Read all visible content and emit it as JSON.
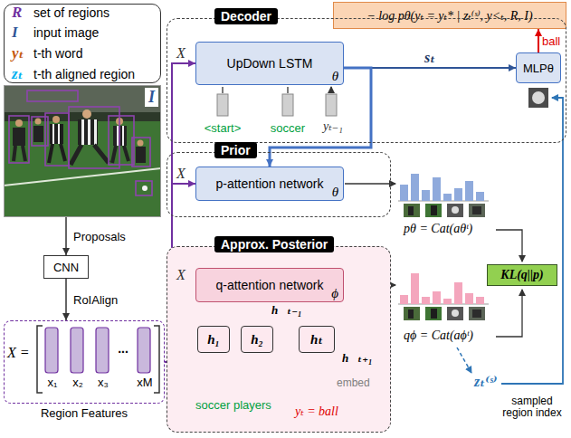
{
  "diagram": {
    "nodes": [
      {
        "text": [
          "R",
          "set of regions",
          "I",
          "input image",
          "yₜ",
          "t-th word",
          "zₜ",
          "t-th aligned region"
        ]
      },
      {
        "text": [
          "− log pθ(yₜ = yₜ* | zₜ⁽ˢ⁾, y<ₜ, R, I)"
        ]
      },
      {
        "text": [
          "Decoder"
        ]
      },
      {
        "text": [
          "UpDown LSTM",
          "θ"
        ],
        "in": 2
      },
      {
        "text": [
          "MLPθ"
        ],
        "in": 2
      },
      {
        "text": [
          "Prior"
        ]
      },
      {
        "text": [
          "p-attention network",
          "θ"
        ],
        "in": 5
      },
      {
        "text": [
          "Approx. Posterior"
        ]
      },
      {
        "text": [
          "q-attention network",
          "ϕ"
        ],
        "in": 7
      },
      {
        "text": [
          "h₁"
        ],
        "in": 7
      },
      {
        "text": [
          "h₂"
        ],
        "in": 7
      },
      {
        "text": [
          "hₜ"
        ],
        "in": 7
      },
      {
        "text": [
          "KL(q||p)"
        ]
      },
      {
        "text": [
          "I"
        ]
      },
      {
        "text": [
          "CNN"
        ]
      },
      {
        "text": [
          "X =",
          "x₁",
          "x₂",
          "x₃",
          "...",
          "xM",
          "Region Features"
        ]
      }
    ],
    "edges": [
      {
        "from": 15,
        "to": 3,
        "arrow": "to"
      },
      {
        "from": 15,
        "to": 6,
        "arrow": "to"
      },
      {
        "from": 15,
        "to": 8,
        "arrow": "to"
      },
      {
        "from": 3,
        "to": 4,
        "label": "sₜ",
        "arrow": "to"
      },
      {
        "from": 3,
        "to": 6,
        "arrow": "to"
      },
      {
        "from": 4,
        "to": 1,
        "label": "ball",
        "arrow": "to"
      },
      {
        "from": 9,
        "to": 10,
        "arrow": "to"
      },
      {
        "from": 10,
        "to": 11,
        "arrow": "to"
      },
      {
        "from": 11,
        "to": 8,
        "arrow": "to"
      },
      {
        "from": 13,
        "to": 14,
        "label": "Proposals",
        "arrow": "to"
      },
      {
        "from": 14,
        "to": 15,
        "label": "RoIAlign",
        "arrow": "to"
      }
    ],
    "labels": [
      "X",
      "X",
      "X",
      "<start>",
      "soccer",
      "yₜ₋₁",
      "pθ = Cat(aθᵗ)",
      "qϕ = Cat(aϕᵗ)",
      "zₜ⁽ˢ⁾",
      "sampled region index",
      "h⃗ₜ₋₁",
      "h⃖ₜ₊₁",
      "soccer players",
      "embed",
      "yₜ = ball"
    ]
  }
}
